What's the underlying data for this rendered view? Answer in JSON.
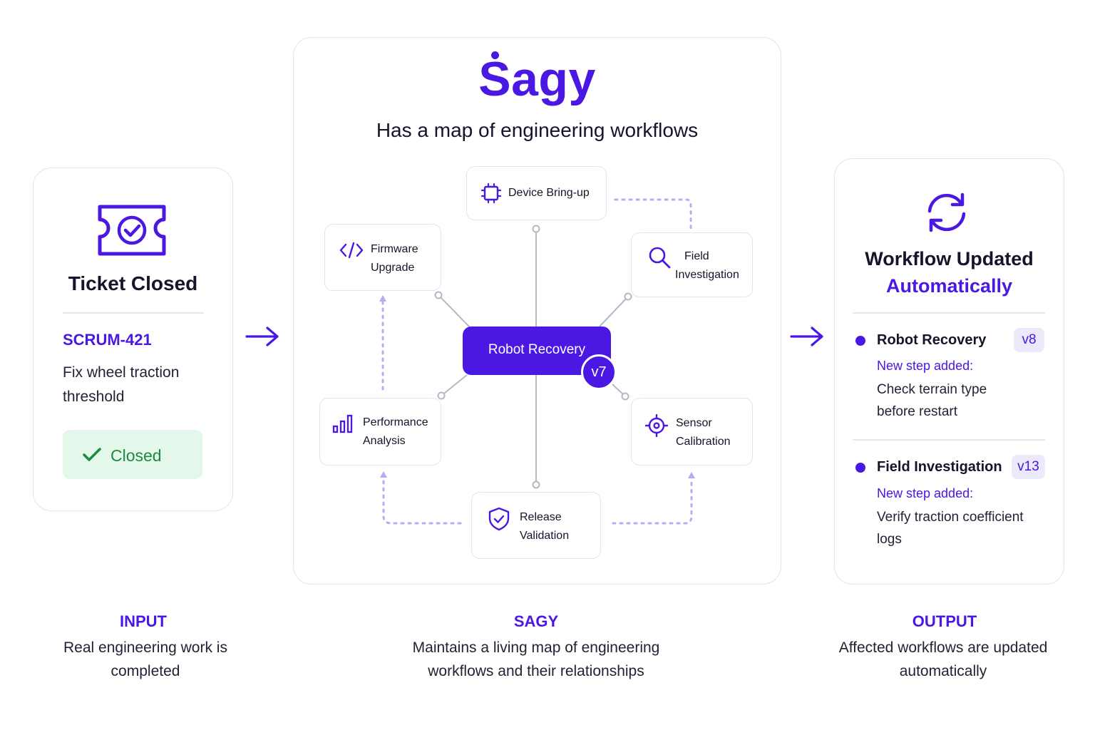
{
  "colors": {
    "brand": "#4a17e3",
    "brand_light": "#ece9fb",
    "success_bg": "#e3f7ea",
    "success_text": "#1d8a3f",
    "text": "#14142b",
    "border": "#e3e3ea",
    "connector": "#b7b7c6",
    "dotted": "#b9aaf4"
  },
  "input": {
    "icon": "ticket-check-icon",
    "title": "Ticket Closed",
    "ticket_id": "SCRUM-421",
    "description": "Fix wheel traction threshold",
    "status": "Closed",
    "status_icon": "checkmark-icon"
  },
  "sagy": {
    "logo": "Sagy",
    "subtitle": "Has a map of engineering workflows",
    "center": {
      "label": "Robot Recovery",
      "version": "v7"
    },
    "nodes": {
      "bringup": {
        "label": "Device Bring-up",
        "icon": "chip-icon"
      },
      "firmware": {
        "label_line1": "Firmware",
        "label_line2": "Upgrade",
        "icon": "code-icon"
      },
      "field": {
        "label_line1": "Field",
        "label_line2": "Investigation",
        "icon": "search-icon"
      },
      "perf": {
        "label_line1": "Performance",
        "label_line2": "Analysis",
        "icon": "bar-chart-icon"
      },
      "sensor": {
        "label_line1": "Sensor",
        "label_line2": "Calibration",
        "icon": "target-icon"
      },
      "release": {
        "label_line1": "Release",
        "label_line2": "Validation",
        "icon": "shield-check-icon"
      }
    }
  },
  "output": {
    "icon": "sync-icon",
    "title_line1": "Workflow Updated",
    "title_line2": "Automatically",
    "updates": [
      {
        "name": "Robot Recovery",
        "version": "v8",
        "note": "New step added:",
        "step": "Check terrain type before restart"
      },
      {
        "name": "Field Investigation",
        "version": "v13",
        "note": "New step added:",
        "step": "Verify traction coefficient logs"
      }
    ]
  },
  "captions": {
    "input": {
      "heading": "INPUT",
      "body": "Real engineering work is completed"
    },
    "sagy": {
      "heading": "SAGY",
      "body": "Maintains a living map of engineering workflows and their relationships"
    },
    "output": {
      "heading": "OUTPUT",
      "body": "Affected workflows are updated automatically"
    }
  }
}
